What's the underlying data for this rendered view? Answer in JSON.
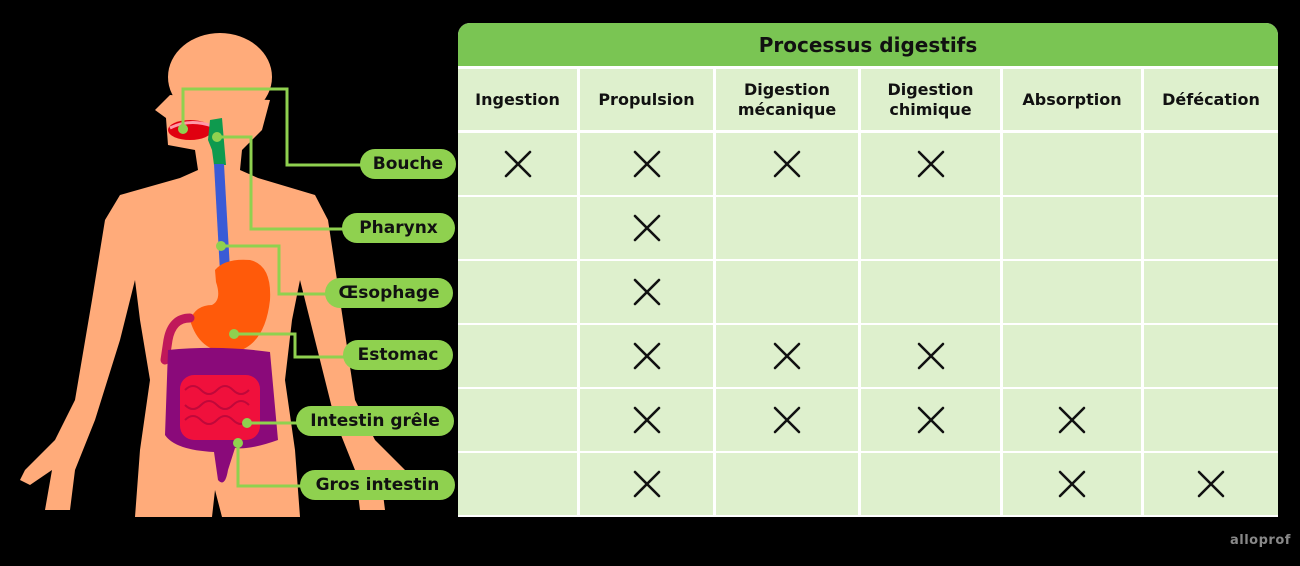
{
  "title": "Processus digestifs",
  "columns": [
    "Ingestion",
    "Propulsion",
    "Digestion mécanique",
    "Digestion chimique",
    "Absorption",
    "Défécation"
  ],
  "rows": [
    {
      "organ": "Bouche",
      "marks": [
        true,
        true,
        true,
        true,
        false,
        false
      ]
    },
    {
      "organ": "Pharynx",
      "marks": [
        false,
        true,
        false,
        false,
        false,
        false
      ]
    },
    {
      "organ": "Œsophage",
      "marks": [
        false,
        true,
        false,
        false,
        false,
        false
      ]
    },
    {
      "organ": "Estomac",
      "marks": [
        false,
        true,
        true,
        true,
        false,
        false
      ]
    },
    {
      "organ": "Intestin grêle",
      "marks": [
        false,
        true,
        true,
        true,
        true,
        false
      ]
    },
    {
      "organ": "Gros intestin",
      "marks": [
        false,
        true,
        false,
        false,
        true,
        true
      ]
    }
  ],
  "mark_symbol": "×",
  "credit": "alloprof",
  "colors": {
    "title_bg": "#7ac553",
    "cell_bg": "#def0cd",
    "label_bg": "#8fd14f",
    "skin": "#ffab7a",
    "esophagus": "#3a5bd6",
    "stomach": "#ff5a0a",
    "small_intestine": "#f0103c",
    "large_intestine": "#8a0a7a",
    "pharynx": "#0e9a4e",
    "mouth": "#e00010"
  }
}
